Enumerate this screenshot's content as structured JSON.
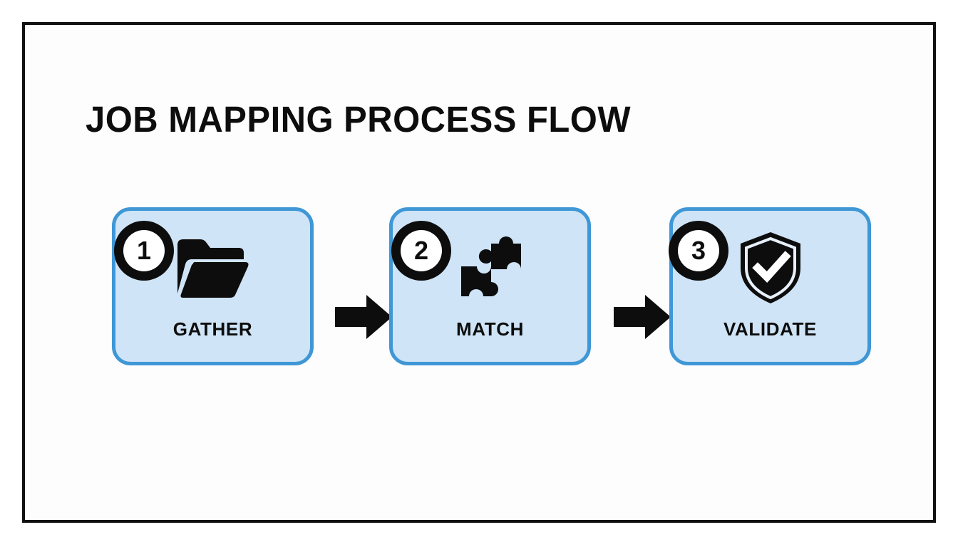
{
  "slide": {
    "title": "JOB MAPPING PROCESS FLOW",
    "frame_color": "#111111",
    "background_color": "#fdfdfd"
  },
  "theme": {
    "card_fill": "#cfe4f7",
    "card_border": "#3f97d6",
    "badge_fill": "#0d0d0d",
    "badge_text": "#ffffff",
    "icon_color": "#0d0d0d",
    "arrow_color": "#0d0d0d",
    "label_color": "#0d0d0d"
  },
  "flow": {
    "steps": [
      {
        "number": "1",
        "label": "GATHER",
        "icon": "folder-open-icon"
      },
      {
        "number": "2",
        "label": "MATCH",
        "icon": "puzzle-pieces-icon"
      },
      {
        "number": "3",
        "label": "VALIDATE",
        "icon": "shield-check-icon"
      }
    ],
    "connectors": [
      {
        "icon": "arrow-right-icon"
      },
      {
        "icon": "arrow-right-icon"
      }
    ]
  }
}
